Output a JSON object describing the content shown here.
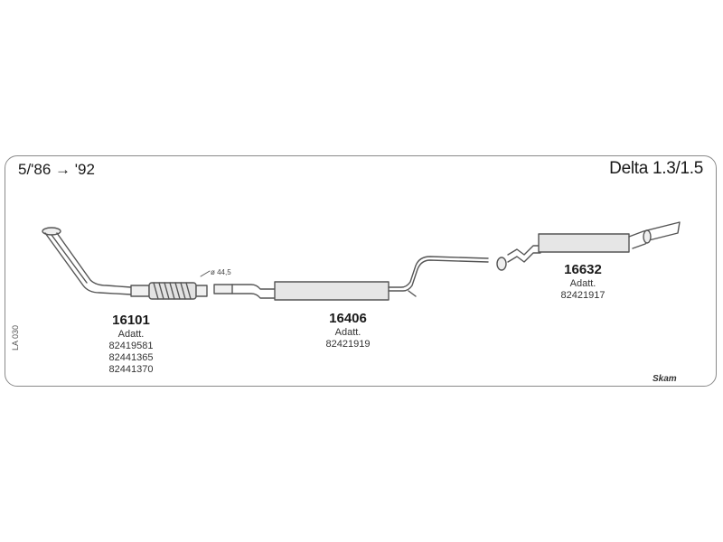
{
  "header": {
    "years": "5/'86 → '92",
    "model": "Delta 1.3/1.5"
  },
  "catalog_code": "LA 030",
  "brand": "Skam",
  "pipe_diameter": "ø 44,5",
  "parts": [
    {
      "number": "16101",
      "note": "Adatt.",
      "refs": [
        "82419581",
        "82441365",
        "82441370"
      ]
    },
    {
      "number": "16406",
      "note": "Adatt.",
      "refs": [
        "82421919"
      ]
    },
    {
      "number": "16632",
      "note": "Adatt.",
      "refs": [
        "82421917"
      ]
    }
  ],
  "colors": {
    "line": "#555555",
    "fill": "#e6e6e6"
  }
}
